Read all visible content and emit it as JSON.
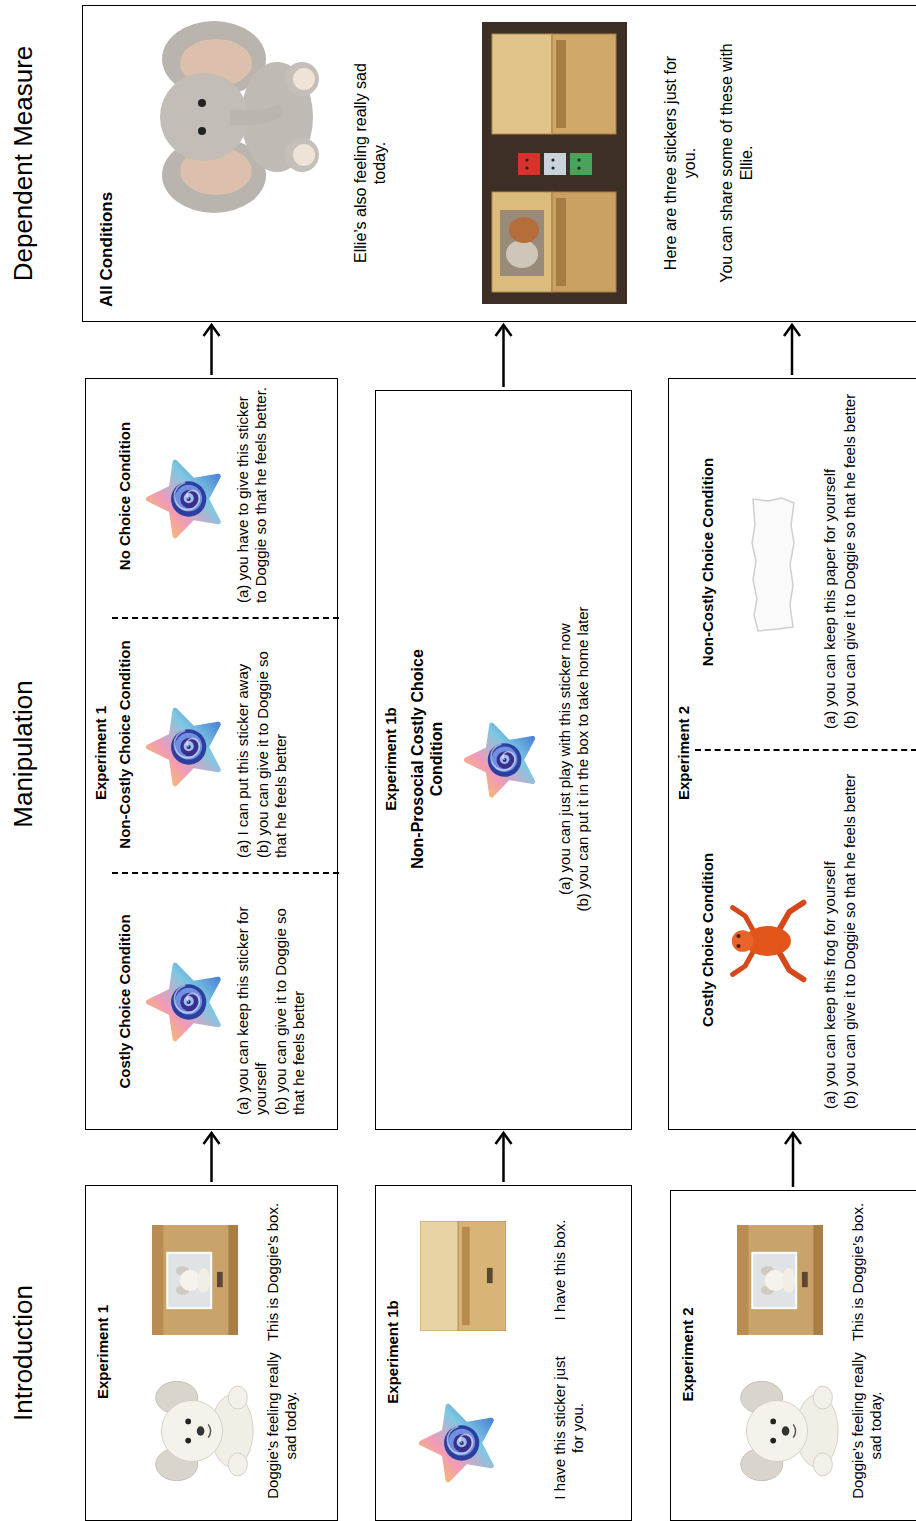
{
  "diagram": {
    "nodes": [
      {
        "text": [
          "Experiment 1",
          "Doggie’s feeling really sad today.",
          "This is Doggie’s box."
        ]
      },
      {
        "text": [
          "Experiment 1"
        ]
      },
      {
        "text": [
          "Costly Choice Condition",
          "(a) you can keep this sticker for yourself",
          "(b) you can give it to Doggie so that he feels better"
        ],
        "in": 1
      },
      {
        "text": [
          "Non-Costly Choice Condition",
          "(a) I can put this sticker away",
          "(b) you can give it to Doggie so that he feels better"
        ],
        "in": 1
      },
      {
        "text": [
          "No Choice Condition",
          "(a) you have to give this sticker to Doggie so that he feels better."
        ],
        "in": 1
      },
      {
        "text": [
          "Experiment 1b",
          "I have this sticker just for you.",
          "I have this box."
        ]
      },
      {
        "text": [
          "Experiment 1b",
          "Non-Prosocial Costly Choice Condition",
          "(a) you can just play with this sticker now",
          "(b) you can put it in the box to take home later"
        ]
      },
      {
        "text": [
          "Experiment 2",
          "Doggie’s feeling really sad today.",
          "This is Doggie’s box."
        ]
      },
      {
        "text": [
          "Experiment 2"
        ]
      },
      {
        "text": [
          "Costly Choice Condition",
          "(a) you can keep this frog for yourself",
          "(b) you can give it to Doggie so that he feels better"
        ],
        "in": 8
      },
      {
        "text": [
          "Non-Costly Choice Condition",
          "(a) you can keep this paper for yourself",
          "(b) you can give it to Doggie so that he feels better"
        ],
        "in": 8
      },
      {
        "text": [
          "All Conditions",
          "Ellie’s also feeling really sad today.",
          "Here are three stickers just for you.",
          "You can share some of these with Ellie."
        ]
      }
    ],
    "edges": [
      {
        "from": 0,
        "to": 1,
        "arrow": "to"
      },
      {
        "from": 5,
        "to": 6,
        "arrow": "to"
      },
      {
        "from": 7,
        "to": 8,
        "arrow": "to"
      },
      {
        "from": 1,
        "to": 11,
        "arrow": "to"
      },
      {
        "from": 6,
        "to": 11,
        "arrow": "to"
      },
      {
        "from": 8,
        "to": 11,
        "arrow": "to"
      }
    ],
    "labels": [
      "Introduction",
      "Manipulation",
      "Dependent Measure"
    ]
  }
}
